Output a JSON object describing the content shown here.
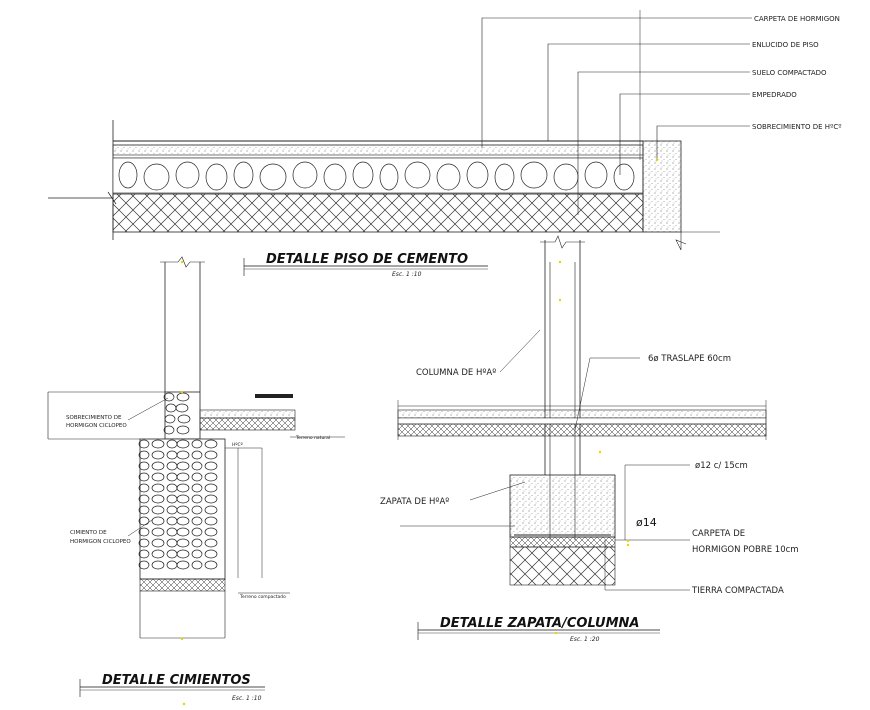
{
  "detail_piso": {
    "title": "DETALLE PISO DE CEMENTO",
    "scale": "Esc. 1 :10",
    "labels": [
      "CARPETA DE HORMIGON",
      "ENLUCIDO DE PISO",
      "SUELO COMPACTADO",
      "EMPEDRADO",
      "SOBRECIMIENTO DE HºCº"
    ]
  },
  "detail_cimientos": {
    "title": "DETALLE CIMIENTOS",
    "scale": "Esc. 1 :10",
    "sobrecimiento_label": [
      "SOBRECIMIENTO DE",
      "HORMIGON CICLOPEO"
    ],
    "cimiento_label": [
      "CIMIENTO DE",
      "HORMIGON CICLOPEO"
    ],
    "terreno_label": "Terreno natural",
    "terreno_compactado_label": "Terreno compactado",
    "hc_label": "HºCº"
  },
  "detail_zapata": {
    "title": "DETALLE ZAPATA/COLUMNA",
    "scale": "Esc. 1 :20",
    "columna_label": "COLUMNA DE HºAº",
    "traslape_label": "6ø TRASLAPE 60cm",
    "zapata_label": "ZAPATA DE HºAº",
    "barras_label": "ø12 c/ 15cm",
    "diametro_label": "ø14",
    "carpeta_label": [
      "CARPETA DE",
      "HORMIGON POBRE 10cm"
    ],
    "tierra_label": "TIERRA COMPACTADA"
  },
  "colors": {
    "line": "#222222",
    "marker": "#e8d400"
  }
}
